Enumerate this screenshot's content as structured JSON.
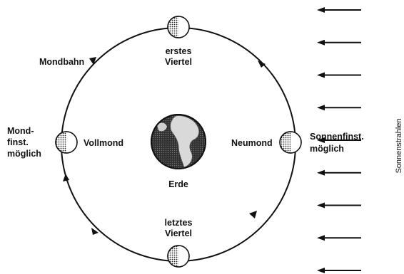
{
  "labels": {
    "orbit": "Mondbahn",
    "first_quarter_1": "erstes",
    "first_quarter_2": "Viertel",
    "full_moon": "Vollmond",
    "new_moon": "Neumond",
    "lunar_eclipse_1": "Mond-",
    "lunar_eclipse_2": "finst.",
    "lunar_eclipse_3": "möglich",
    "solar_eclipse_1": "Sonnenfinst.",
    "solar_eclipse_2": "möglich",
    "earth": "Erde",
    "last_quarter_1": "letztes",
    "last_quarter_2": "Viertel",
    "sun_rays": "Sonnenstrahlen"
  },
  "sun_ray_count": 9,
  "colors": {
    "ink": "#111111",
    "moon_dark": "#2a2a2a",
    "moon_light": "#ffffff",
    "earth_ocean": "#3a3a3a",
    "earth_land": "#d9d9d9"
  }
}
